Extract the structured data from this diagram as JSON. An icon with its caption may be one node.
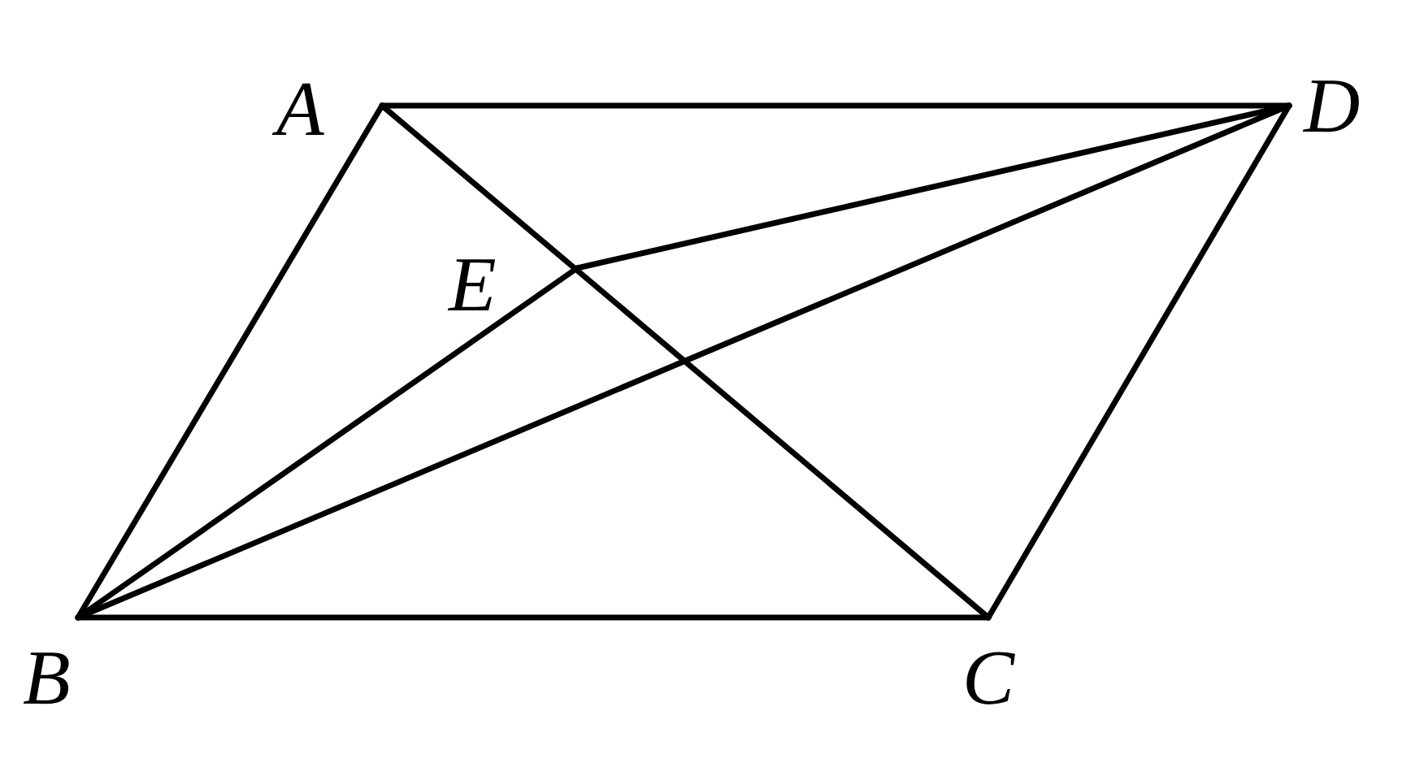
{
  "diagram": {
    "nodes": [
      {
        "text": [
          "A"
        ]
      },
      {
        "text": [
          "D"
        ]
      },
      {
        "text": [
          "E"
        ]
      },
      {
        "text": [
          "B"
        ]
      },
      {
        "text": [
          "C"
        ]
      }
    ],
    "edges": [
      {
        "from": 0,
        "to": 1,
        "arrow": "none"
      },
      {
        "from": 0,
        "to": 3,
        "arrow": "none"
      },
      {
        "from": 0,
        "to": 4,
        "arrow": "none"
      },
      {
        "from": 1,
        "to": 2,
        "arrow": "none"
      },
      {
        "from": 1,
        "to": 3,
        "arrow": "none"
      },
      {
        "from": 1,
        "to": 4,
        "arrow": "none"
      },
      {
        "from": 2,
        "to": 3,
        "arrow": "none"
      },
      {
        "from": 3,
        "to": 4,
        "arrow": "none"
      }
    ]
  }
}
